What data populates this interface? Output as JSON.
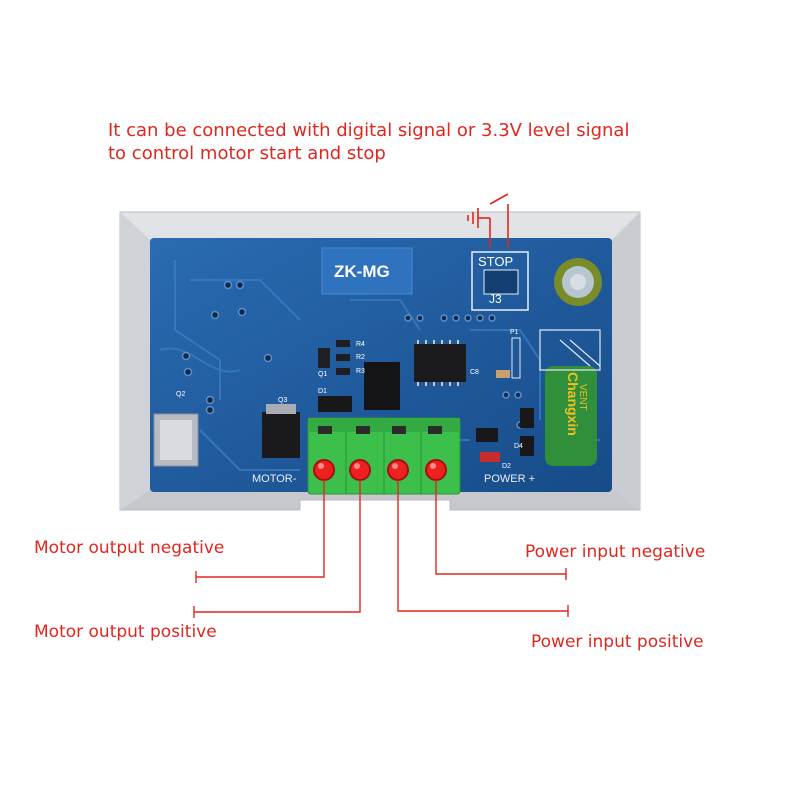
{
  "annotation": {
    "line1": "It can be connected with digital signal or 3.3V level signal",
    "line2": "to control motor start and stop"
  },
  "labels": {
    "motor_output_negative": "Motor output negative",
    "motor_output_positive": "Motor output positive",
    "power_input_negative": "Power input negative",
    "power_input_positive": "Power input positive"
  },
  "board": {
    "model": "ZK-MG",
    "stop_label": "STOP",
    "connector_label": "J3",
    "motor_label": "MOTOR-",
    "power_label": "POWER +",
    "cap_brand": "Changxin",
    "cap_vent": "VENT",
    "q1": "Q1",
    "q2": "Q2",
    "q3": "Q3",
    "r4": "R4",
    "r2": "R2",
    "r3": "R3",
    "d1": "D1",
    "d2": "D2",
    "d4": "D4",
    "c8": "C8",
    "p1": "P1"
  },
  "colors": {
    "annotation": "#e0271f",
    "pcb": "#1f5a9e",
    "terminal": "#3dbf4c",
    "enclosure": "#d0d2d6"
  }
}
